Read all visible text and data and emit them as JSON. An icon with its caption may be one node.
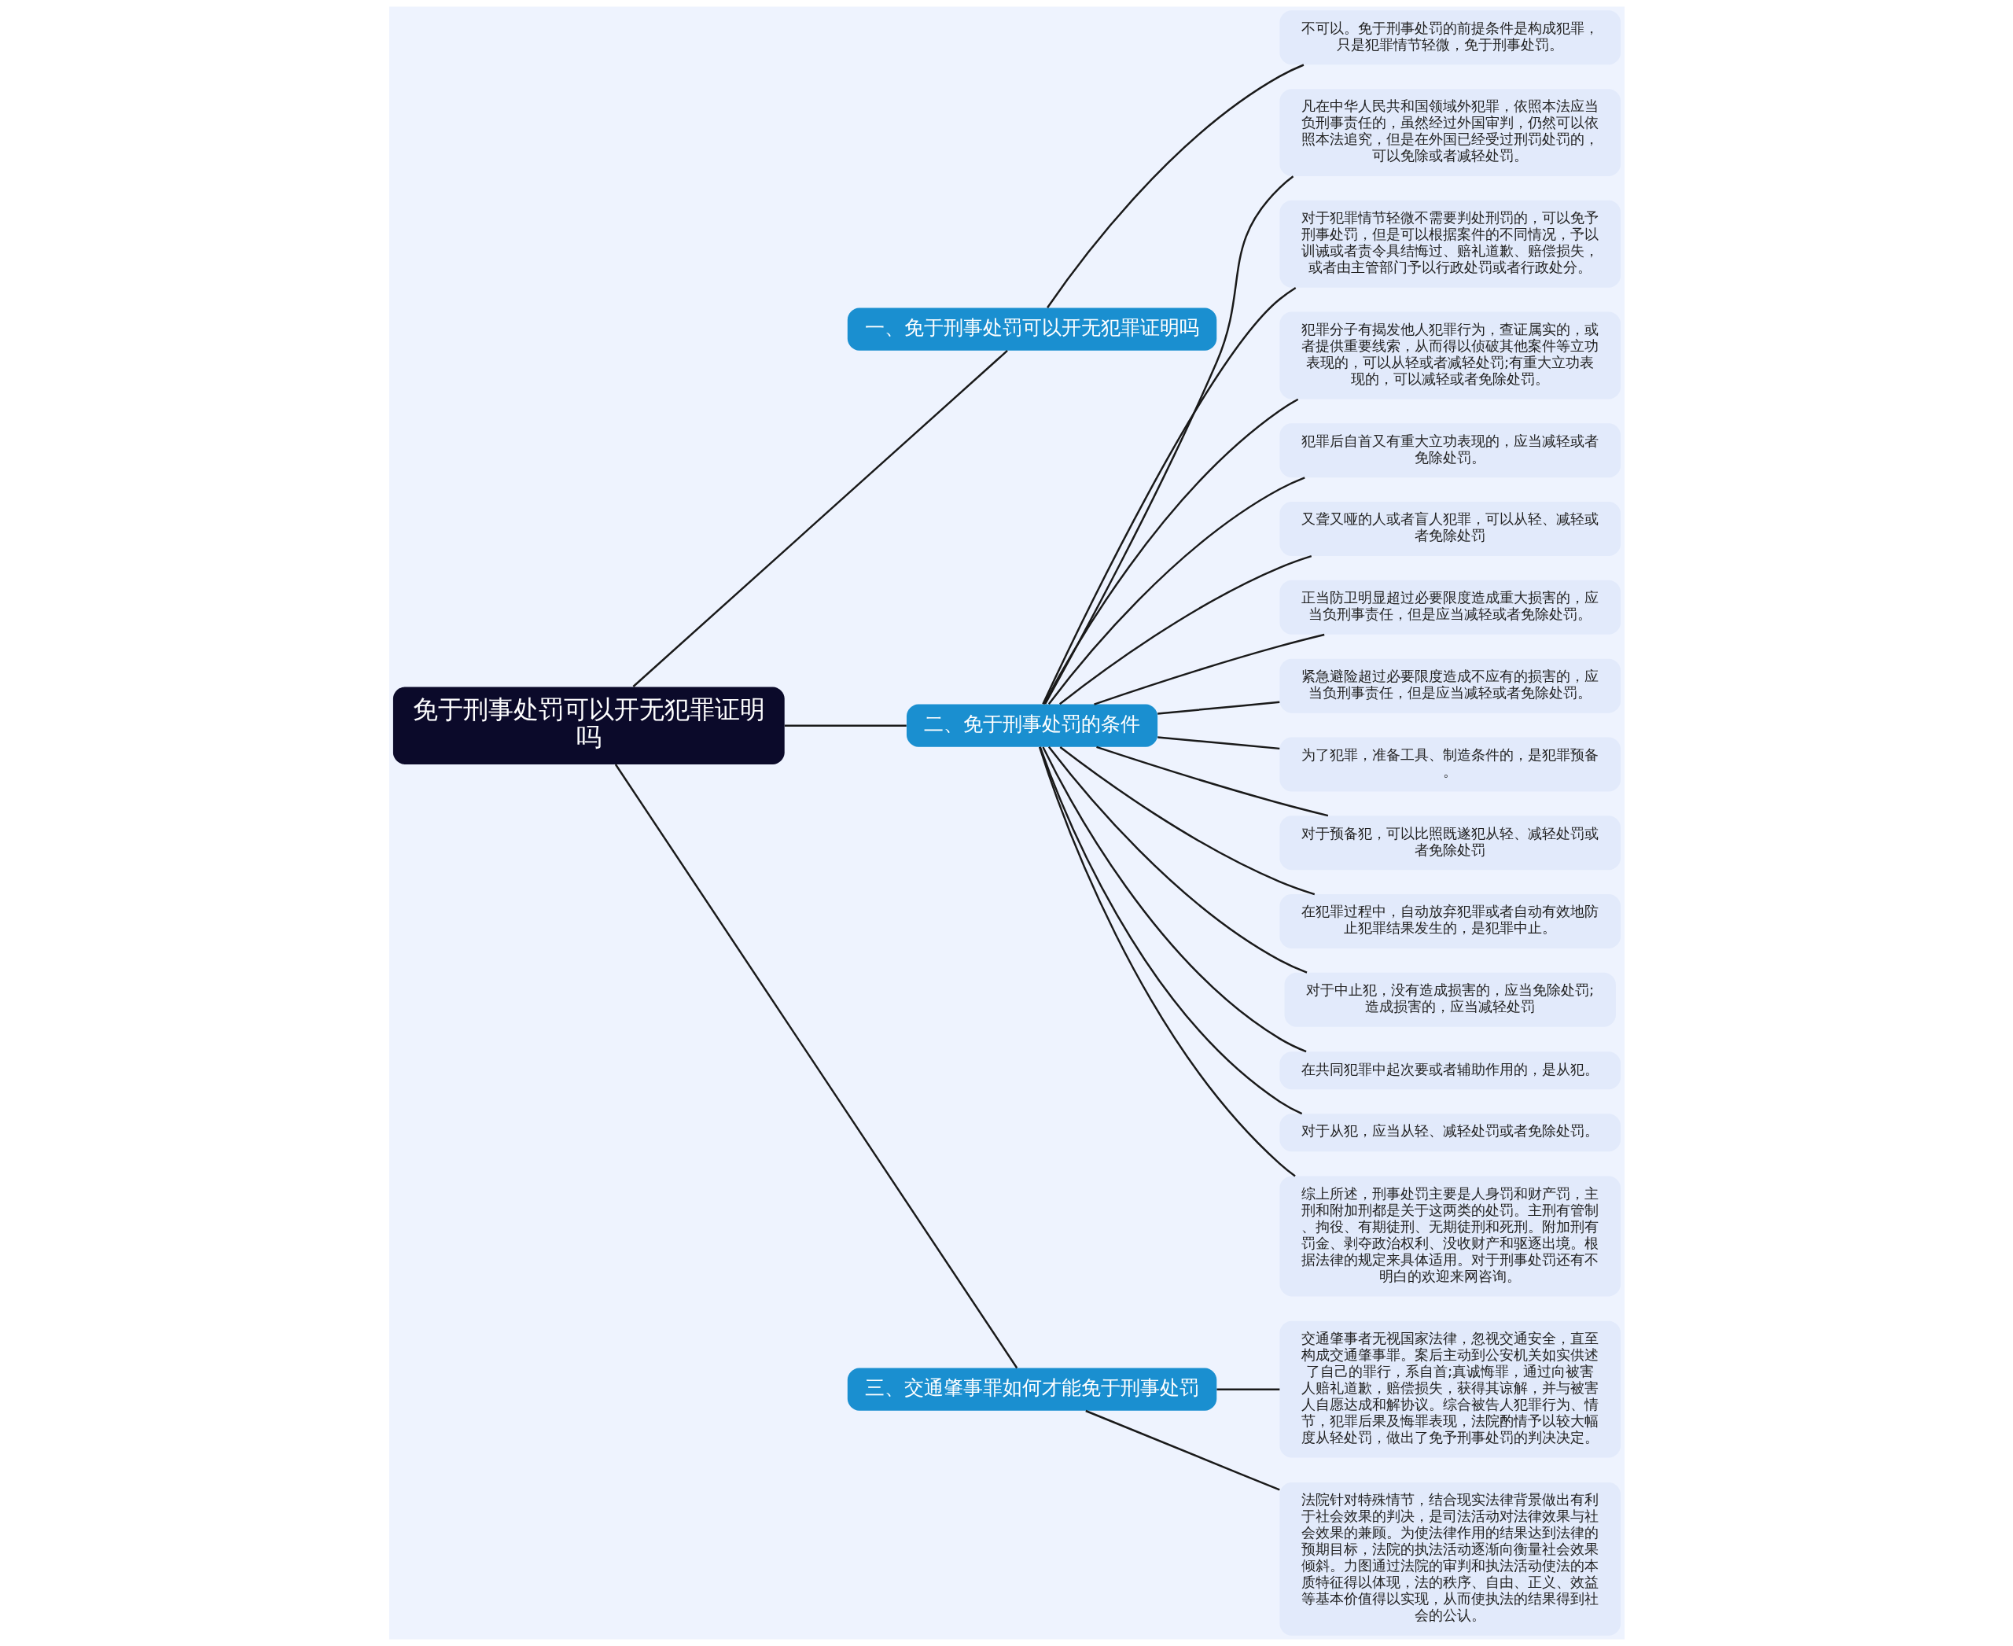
{
  "diagram": {
    "nodes": [
      {
        "text": [
          "免于刑事处罚可以开无犯罪证明吗"
        ]
      },
      {
        "text": [
          "一、免于刑事处罚可以开无犯罪证明吗"
        ]
      },
      {
        "text": [
          "不可以。免于刑事处罚的前提条件是构成犯罪，只是犯罪情节轻微，免于刑事处罚。"
        ]
      },
      {
        "text": [
          "二、免于刑事处罚的条件"
        ]
      },
      {
        "text": [
          "凡在中华人民共和国领域外犯罪，依照本法应当负刑事责任的，虽然经过外国审判，仍然可以依照本法追究，但是在外国已经受过刑罚处罚的，可以免除或者减轻处罚。"
        ]
      },
      {
        "text": [
          "对于犯罪情节轻微不需要判处刑罚的，可以免予刑事处罚，但是可以根据案件的不同情况，予以训诫或者责令具结悔过、赔礼道歉、赔偿损失，或者由主管部门予以行政处罚或者行政处分。"
        ]
      },
      {
        "text": [
          "犯罪分子有揭发他人犯罪行为，查证属实的，或者提供重要线索，从而得以侦破其他案件等立功表现的，可以从轻或者减轻处罚;有重大立功表现的，可以减轻或者免除处罚。"
        ]
      },
      {
        "text": [
          "犯罪后自首又有重大立功表现的，应当减轻或者免除处罚。"
        ]
      },
      {
        "text": [
          "又聋又哑的人或者盲人犯罪，可以从轻、减轻或者免除处罚"
        ]
      },
      {
        "text": [
          "正当防卫明显超过必要限度造成重大损害的，应当负刑事责任，但是应当减轻或者免除处罚。"
        ]
      },
      {
        "text": [
          "紧急避险超过必要限度造成不应有的损害的，应当负刑事责任，但是应当减轻或者免除处罚。"
        ]
      },
      {
        "text": [
          "为了犯罪，准备工具、制造条件的，是犯罪预备。"
        ]
      },
      {
        "text": [
          "对于预备犯，可以比照既遂犯从轻、减轻处罚或者免除处罚"
        ]
      },
      {
        "text": [
          "在犯罪过程中，自动放弃犯罪或者自动有效地防止犯罪结果发生的，是犯罪中止。"
        ]
      },
      {
        "text": [
          "对于中止犯，没有造成损害的，应当免除处罚;造成损害的，应当减轻处罚"
        ]
      },
      {
        "text": [
          "在共同犯罪中起次要或者辅助作用的，是从犯。"
        ]
      },
      {
        "text": [
          "对于从犯，应当从轻、减轻处罚或者免除处罚。"
        ]
      },
      {
        "text": [
          "综上所述，刑事处罚主要是人身罚和财产罚，主刑和附加刑都是关于这两类的处罚。主刑有管制、拘役、有期徒刑、无期徒刑和死刑。附加刑有罚金、剥夺政治权利、没收财产和驱逐出境。根据法律的规定来具体适用。对于刑事处罚还有不明白的欢迎来网咨询。"
        ]
      },
      {
        "text": [
          "三、交通肇事罪如何才能免于刑事处罚"
        ]
      },
      {
        "text": [
          "交通肇事者无视国家法律，忽视交通安全，直至构成交通肇事罪。案后主动到公安机关如实供述了自己的罪行，系自首;真诚悔罪，通过向被害人赔礼道歉，赔偿损失，获得其谅解，并与被害人自愿达成和解协议。综合被告人犯罪行为、情节，犯罪后果及悔罪表现，法院酌情予以较大幅度从轻处罚，做出了免予刑事处罚的判决决定。"
        ]
      },
      {
        "text": [
          "法院针对特殊情节，结合现实法律背景做出有利于社会效果的判决，是司法活动对法律效果与社会效果的兼顾。为使法律作用的结果达到法律的预期目标，法院的执法活动逐渐向衡量社会效果倾斜。力图通过法院的审判和执法活动使法的本质特征得以体现，法的秩序、自由、正义、效益等基本价值得以实现，从而使执法的结果得到社会的公认。"
        ]
      }
    ],
    "edges": [
      {
        "from": 0,
        "to": 1,
        "arrow": "none"
      },
      {
        "from": 1,
        "to": 2,
        "arrow": "none"
      },
      {
        "from": 0,
        "to": 3,
        "arrow": "none"
      },
      {
        "from": 3,
        "to": 4,
        "arrow": "none"
      },
      {
        "from": 3,
        "to": 5,
        "arrow": "none"
      },
      {
        "from": 3,
        "to": 6,
        "arrow": "none"
      },
      {
        "from": 3,
        "to": 7,
        "arrow": "none"
      },
      {
        "from": 3,
        "to": 8,
        "arrow": "none"
      },
      {
        "from": 3,
        "to": 9,
        "arrow": "none"
      },
      {
        "from": 3,
        "to": 10,
        "arrow": "none"
      },
      {
        "from": 3,
        "to": 11,
        "arrow": "none"
      },
      {
        "from": 3,
        "to": 12,
        "arrow": "none"
      },
      {
        "from": 3,
        "to": 13,
        "arrow": "none"
      },
      {
        "from": 3,
        "to": 14,
        "arrow": "none"
      },
      {
        "from": 3,
        "to": 15,
        "arrow": "none"
      },
      {
        "from": 3,
        "to": 16,
        "arrow": "none"
      },
      {
        "from": 3,
        "to": 17,
        "arrow": "none"
      },
      {
        "from": 0,
        "to": 18,
        "arrow": "none"
      },
      {
        "from": 18,
        "to": 19,
        "arrow": "none"
      },
      {
        "from": 18,
        "to": 20,
        "arrow": "none"
      }
    ]
  }
}
